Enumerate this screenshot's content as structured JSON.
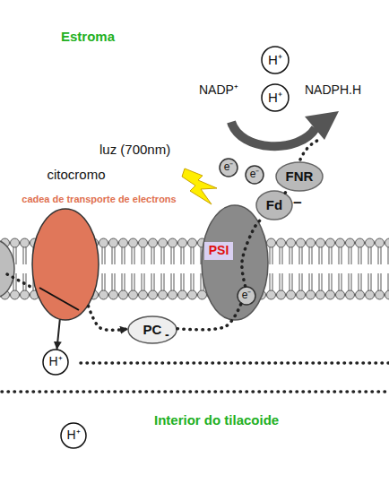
{
  "diagram": {
    "nodes": [
      {
        "text": [
          "H⁺"
        ]
      },
      {
        "text": [
          "H⁺"
        ]
      },
      {
        "text": [
          "e⁻"
        ]
      },
      {
        "text": [
          "e⁻"
        ]
      },
      {
        "text": [
          "FNR"
        ]
      },
      {
        "text": [
          "Fd"
        ]
      },
      {
        "text": [
          "PSI"
        ]
      },
      {
        "text": [
          "e⁻"
        ],
        "in": 6
      },
      {
        "text": [
          "citocromo",
          "cadea de transporte de electrons"
        ]
      },
      {
        "text": [
          "PC"
        ]
      },
      {
        "text": [
          "H⁺"
        ]
      },
      {
        "text": [
          "H⁺"
        ]
      }
    ],
    "edges": [
      {
        "from": 8,
        "to": 9,
        "arrow": "to"
      },
      {
        "from": 8,
        "to": 10,
        "arrow": "to"
      },
      {
        "from": 9,
        "to": 7,
        "arrow": "none"
      },
      {
        "from": 7,
        "to": 5,
        "arrow": "none"
      },
      {
        "from": 5,
        "to": 4,
        "arrow": "none"
      }
    ],
    "labels": [
      "Estroma",
      "NADP⁺",
      "NADPH.H",
      "luz (700nm)",
      "−",
      "-",
      "Interior do tilacoide"
    ]
  }
}
